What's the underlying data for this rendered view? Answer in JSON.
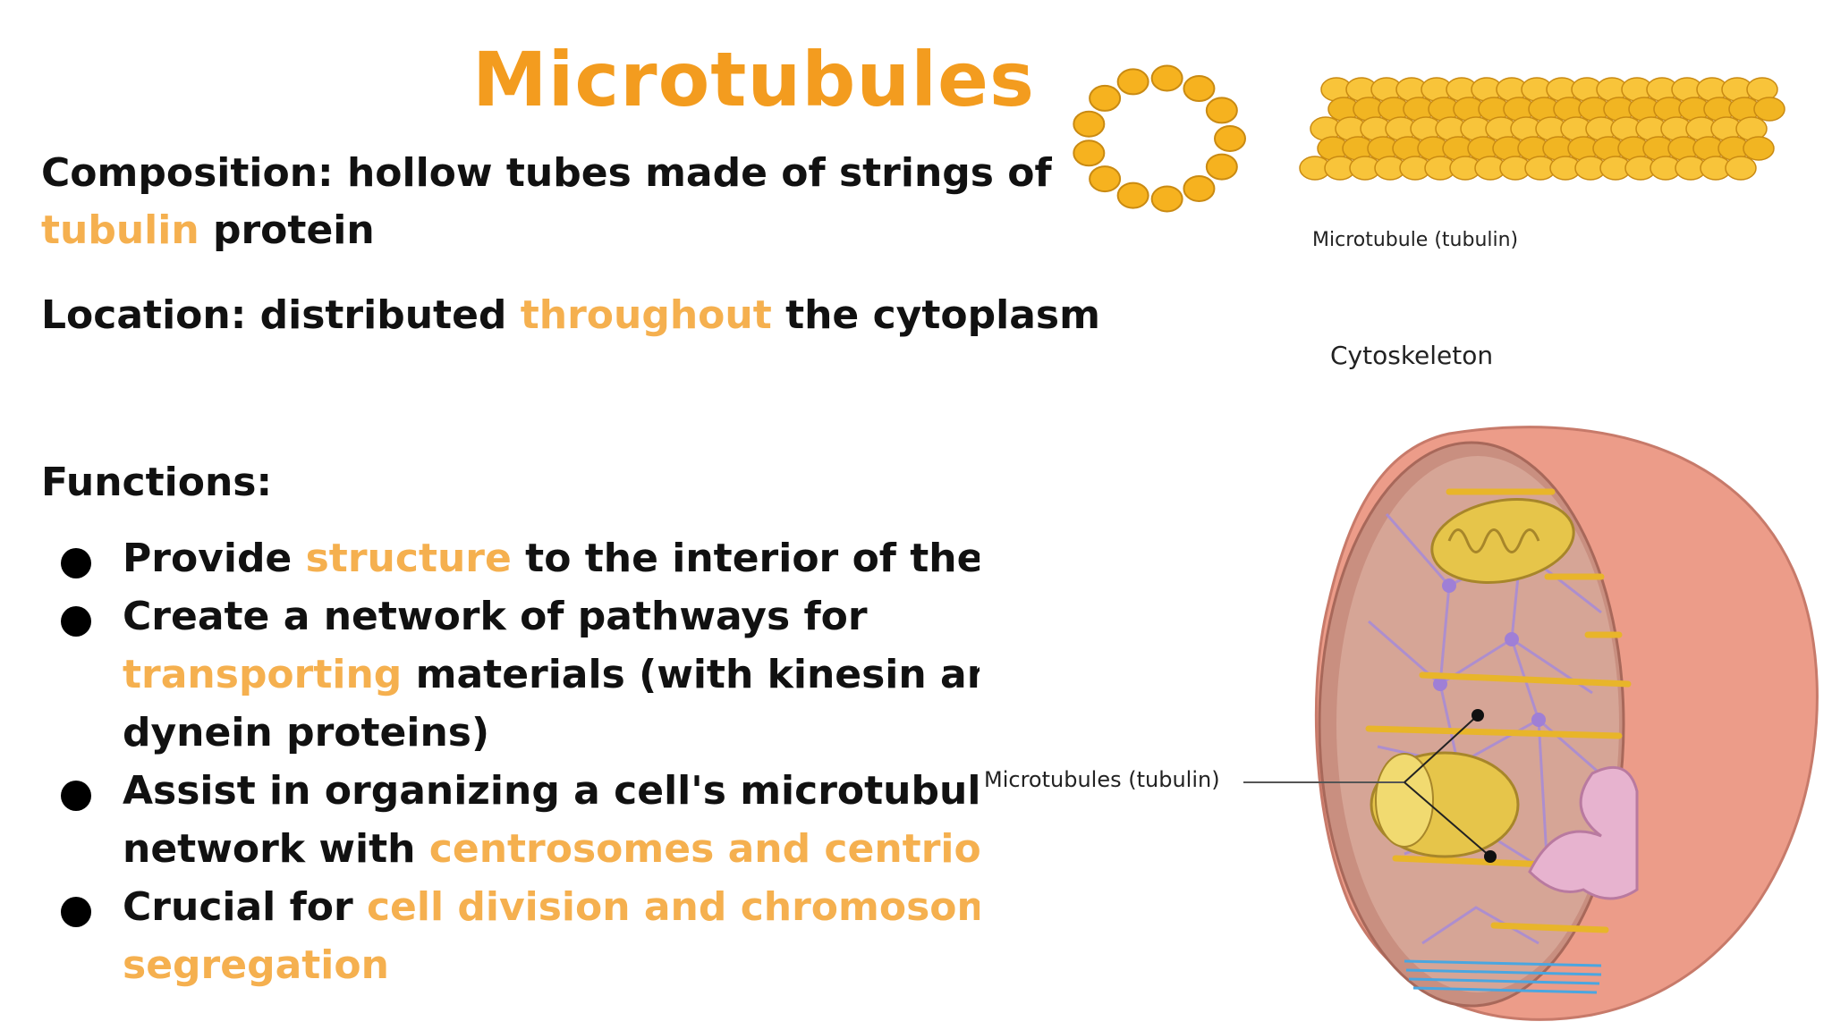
{
  "title": "Microtubules",
  "composition": {
    "label": "Composition:",
    "text1": " hollow tubes made of strings of",
    "highlight": "tubulin",
    "text2": " protein"
  },
  "location": {
    "label": "Location:",
    "text1": " distributed ",
    "highlight": "throughout",
    "text2": " the cytoplasm"
  },
  "functions_heading": "Functions:",
  "bullets": [
    {
      "pre": "Provide ",
      "hl": "structure",
      "post": " to the interior of the cell"
    },
    {
      "line1": "Create a network of pathways for",
      "hl": "transporting",
      "post": " materials (with kinesin and",
      "line3": "dynein proteins)"
    },
    {
      "line1": "Assist in organizing a cell's microtubule",
      "pre": "network with ",
      "hl": "centrosomes and centrioles"
    },
    {
      "pre": "Crucial for ",
      "hl": "cell division and chromosome",
      "line2": "segregation"
    }
  ],
  "figure": {
    "tubulin_caption": "Microtubule (tubulin)",
    "cytoskeleton_title": "Cytoskeleton",
    "pointer_label": "Microtubules (tubulin)"
  },
  "colors": {
    "accent": "#f39c1f",
    "highlight": "#f5b04f",
    "tubulin": "#f6b21f",
    "cell": "#e9a08e"
  }
}
